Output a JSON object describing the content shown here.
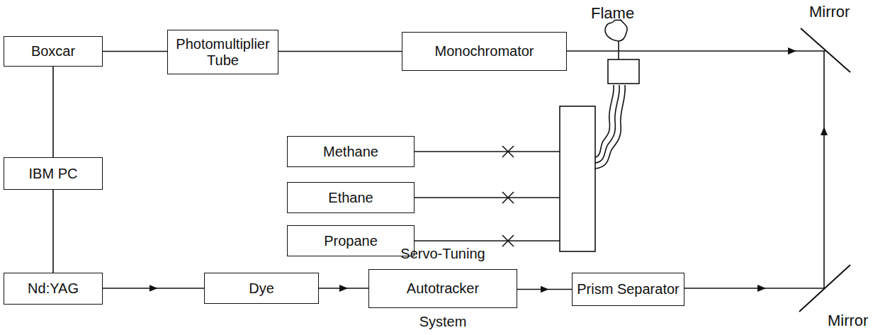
{
  "diagram": {
    "nodes": [
      {
        "text": [
          "Boxcar"
        ]
      },
      {
        "text": [
          "Photomultiplier Tube"
        ]
      },
      {
        "text": [
          "Monochromator"
        ]
      },
      {
        "text": [
          "Methane"
        ]
      },
      {
        "text": [
          "Ethane"
        ]
      },
      {
        "text": [
          "Propane"
        ]
      },
      {
        "text": [
          "IBM PC"
        ]
      },
      {
        "text": [
          "Nd:YAG"
        ]
      },
      {
        "text": [
          "Dye"
        ]
      },
      {
        "text": [
          "Servo-Tuning",
          "Autotracker",
          "System"
        ]
      },
      {
        "text": [
          "Prism Separator"
        ]
      }
    ],
    "edges": [
      {
        "from": 0,
        "to": 1,
        "arrow": "none"
      },
      {
        "from": 1,
        "to": 2,
        "arrow": "none"
      },
      {
        "from": 0,
        "to": 6,
        "arrow": "none"
      },
      {
        "from": 6,
        "to": 7,
        "arrow": "none"
      },
      {
        "from": 7,
        "to": 8,
        "arrow": "to"
      },
      {
        "from": 8,
        "to": 9,
        "arrow": "to"
      },
      {
        "from": 9,
        "to": 10,
        "arrow": "to"
      }
    ],
    "labels": [
      "Flame",
      "Mirror",
      "Mirror"
    ]
  }
}
